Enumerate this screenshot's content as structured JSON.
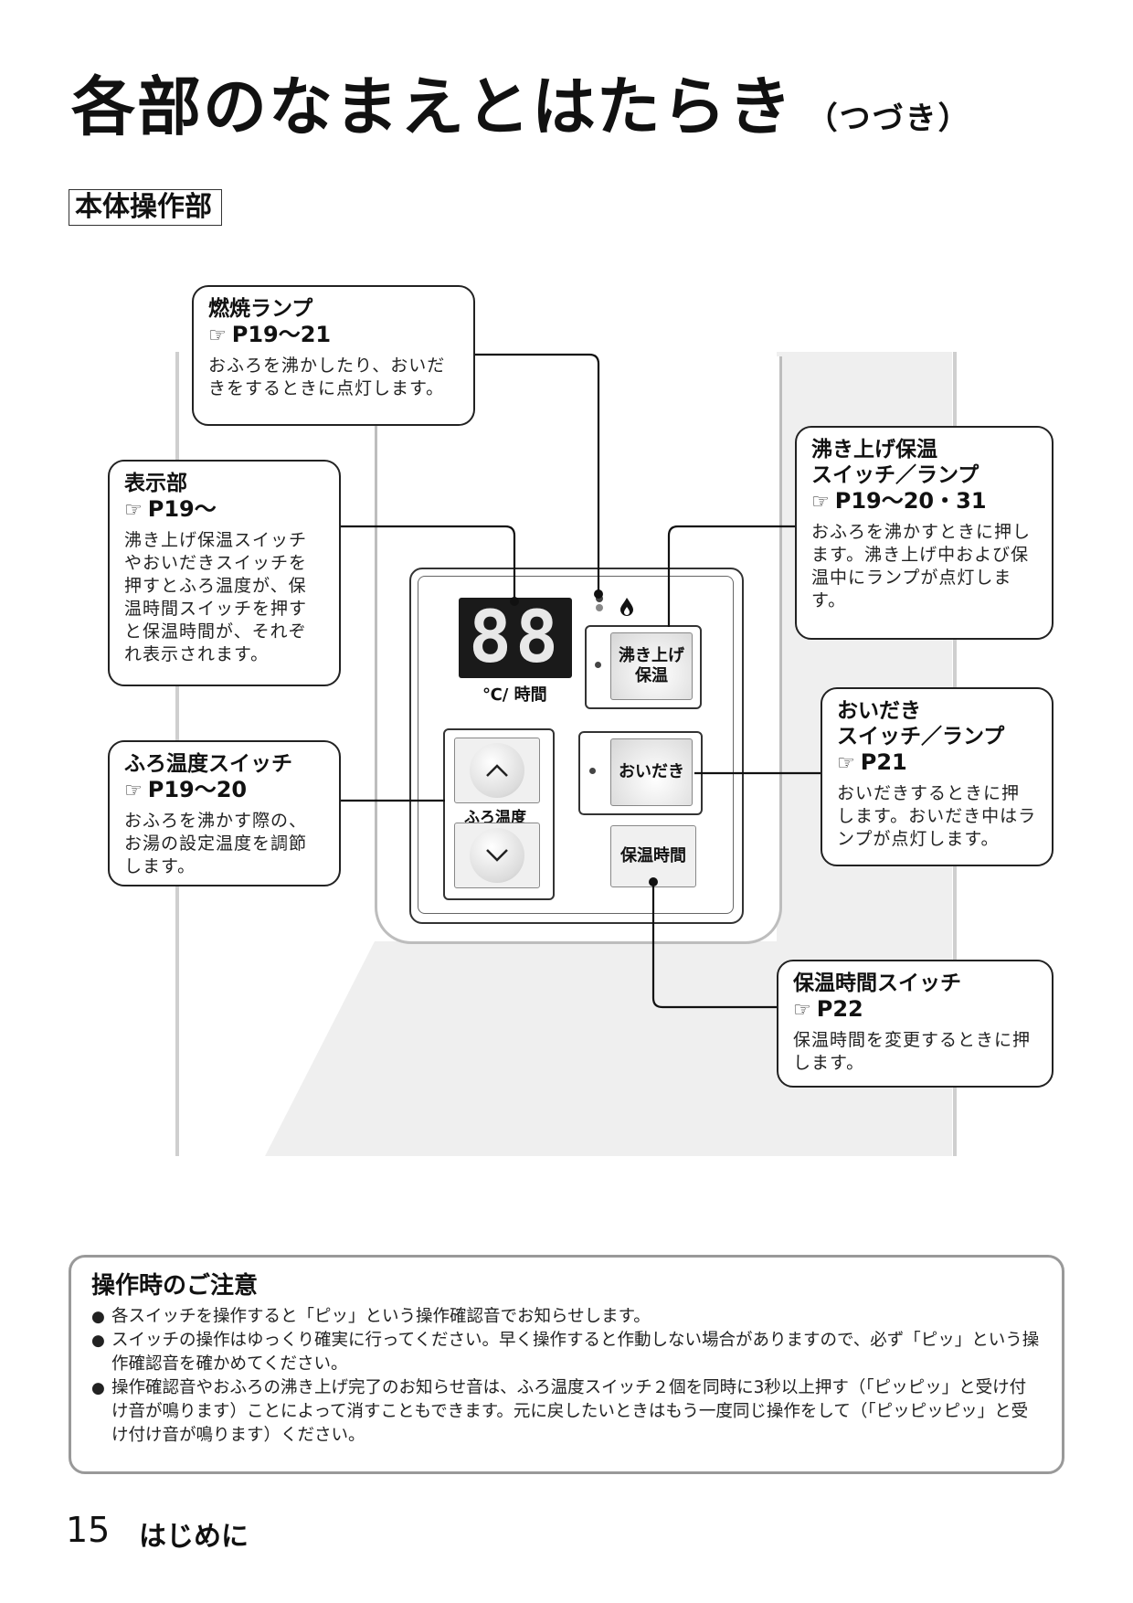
{
  "page": {
    "title": "各部のなまえとはたらき",
    "title_suffix": "（つづき）",
    "section_label": "本体操作部"
  },
  "icons": {
    "reference": "pointing-hand-icon",
    "flame": "flame-icon",
    "up": "chevron-up-icon",
    "down": "chevron-down-icon",
    "bullet": "bullet-icon"
  },
  "callouts": {
    "burn_lamp": {
      "title": "燃焼ランプ",
      "ref": "P19～21",
      "desc": "おふろを沸かしたり、おいだきをするときに点灯します。"
    },
    "display": {
      "title": "表示部",
      "ref": "P19～",
      "desc": "沸き上げ保温スイッチやおいだきスイッチを押すとふろ温度が、保温時間スイッチを押すと保温時間が、それぞれ表示されます。"
    },
    "boil_keep": {
      "title": "沸き上げ保温\nスイッチ／ランプ",
      "ref": "P19～20・31",
      "desc": "おふろを沸かすときに押します。沸き上げ中および保温中にランプが点灯します。"
    },
    "oidaki": {
      "title": "おいだき\nスイッチ／ランプ",
      "ref": "P21",
      "desc": "おいだきするときに押します。おいだき中はランプが点灯します。"
    },
    "furo_temp": {
      "title": "ふろ温度スイッチ",
      "ref": "P19～20",
      "desc": "おふろを沸かす際の、お湯の設定温度を調節します。"
    },
    "keep_time": {
      "title": "保温時間スイッチ",
      "ref": "P22",
      "desc": "保温時間を変更するときに押します。"
    }
  },
  "panel": {
    "display_value": "88",
    "display_label": "℃/ 時間",
    "boil_button_line1": "沸き上げ",
    "boil_button_line2": "保温",
    "oidaki_button": "おいだき",
    "furo_label": "ふろ温度",
    "keep_time_button": "保温時間",
    "up_symbol": "︿",
    "down_symbol": "﹀"
  },
  "notes": {
    "title": "操作時のご注意",
    "items": [
      "各スイッチを操作すると「ピッ」という操作確認音でお知らせします。",
      "スイッチの操作はゆっくり確実に行ってください。早く操作すると作動しない場合がありますので、必ず「ピッ」という操作確認音を確かめてください。",
      "操作確認音やおふろの沸き上げ完了のお知らせ音は、ふろ温度スイッチ２個を同時に3秒以上押す（「ピッピッ」と受け付け音が鳴ります）ことによって消すこともできます。元に戻したいときはもう一度同じ操作をして（「ピッピッピッ」と受け付け音が鳴ります）ください。"
    ]
  },
  "footer": {
    "page_number": "15",
    "chapter": "はじめに"
  }
}
